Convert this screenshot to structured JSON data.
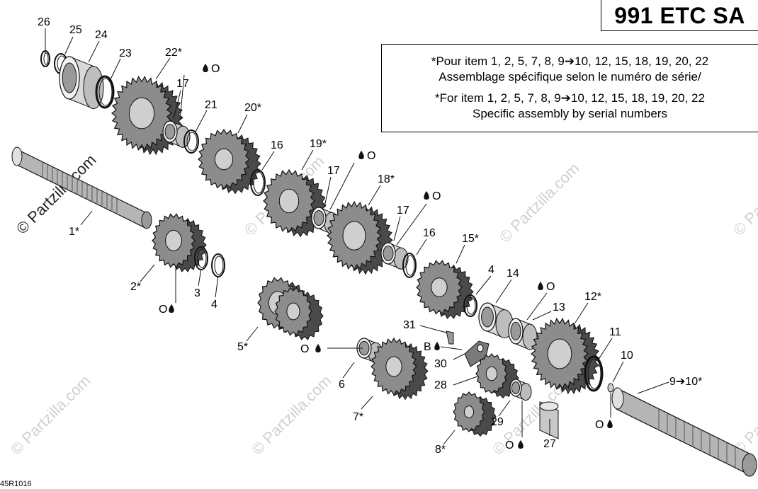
{
  "diagram": {
    "model_title": "991 ETC SA",
    "drawing_code": "45R1016",
    "notes": [
      "*Pour item 1, 2, 5, 7, 8, 9➔10, 12, 15, 18, 19, 20, 22",
      "Assemblage spécifique selon le numéro de série/",
      "*For item 1, 2, 5, 7, 8, 9➔10, 12, 15, 18, 19, 20, 22",
      "Specific assembly by serial numbers"
    ],
    "watermark_text": "© Partzilla.com",
    "callouts": [
      {
        "id": "c26",
        "text": "26"
      },
      {
        "id": "c25",
        "text": "25"
      },
      {
        "id": "c24",
        "text": "24"
      },
      {
        "id": "c23",
        "text": "23"
      },
      {
        "id": "c22",
        "text": "22*"
      },
      {
        "id": "c17a",
        "text": "17"
      },
      {
        "id": "c21",
        "text": "21"
      },
      {
        "id": "c20",
        "text": "20*"
      },
      {
        "id": "c16a",
        "text": "16"
      },
      {
        "id": "c19",
        "text": "19*"
      },
      {
        "id": "c17b",
        "text": "17"
      },
      {
        "id": "c18",
        "text": "18*"
      },
      {
        "id": "c17c",
        "text": "17"
      },
      {
        "id": "c16b",
        "text": "16"
      },
      {
        "id": "c15",
        "text": "15*"
      },
      {
        "id": "c4a",
        "text": "4"
      },
      {
        "id": "c14",
        "text": "14"
      },
      {
        "id": "c13",
        "text": "13"
      },
      {
        "id": "c12",
        "text": "12*"
      },
      {
        "id": "c11",
        "text": "11"
      },
      {
        "id": "c10",
        "text": "10"
      },
      {
        "id": "c910",
        "text": "9➔10*"
      },
      {
        "id": "c1",
        "text": "1*"
      },
      {
        "id": "c2",
        "text": "2*"
      },
      {
        "id": "c3",
        "text": "3"
      },
      {
        "id": "c4b",
        "text": "4"
      },
      {
        "id": "c5",
        "text": "5*"
      },
      {
        "id": "c6",
        "text": "6"
      },
      {
        "id": "c7",
        "text": "7*"
      },
      {
        "id": "c31",
        "text": "31"
      },
      {
        "id": "c30",
        "text": "30"
      },
      {
        "id": "c28",
        "text": "28"
      },
      {
        "id": "c8",
        "text": "8*"
      },
      {
        "id": "c29",
        "text": "29"
      },
      {
        "id": "c27",
        "text": "27"
      }
    ],
    "lube_symbols": [
      {
        "id": "l1",
        "text": "O"
      },
      {
        "id": "l2",
        "text": "O"
      },
      {
        "id": "l3",
        "text": "O"
      },
      {
        "id": "l4",
        "text": "O"
      },
      {
        "id": "l5",
        "text": "O"
      },
      {
        "id": "l6",
        "text": "O"
      },
      {
        "id": "l7",
        "text": "O"
      },
      {
        "id": "l8",
        "text": "O"
      },
      {
        "id": "l9",
        "text": "B"
      }
    ]
  }
}
